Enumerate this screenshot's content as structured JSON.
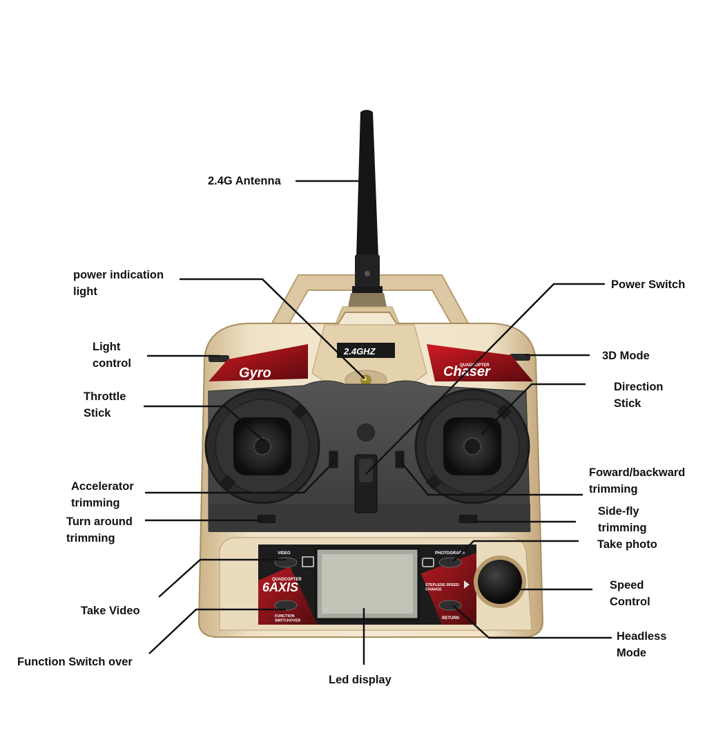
{
  "labels": {
    "antenna": "2.4G Antenna",
    "power_light": "power indication\nlight",
    "power_switch": "Power Switch",
    "light_control": "Light\ncontrol",
    "mode_3d": "3D Mode",
    "throttle_stick": "Throttle\nStick",
    "direction_stick": "Direction\nStick",
    "accelerator_trimming": "Accelerator\ntrimming",
    "forward_backward_trimming": "Foward/backward\ntrimming",
    "turn_around_trimming": "Turn around\ntrimming",
    "side_fly_trimming": "Side-fly\ntrimming",
    "take_photo": "Take photo",
    "take_video": "Take Video",
    "speed_control": "Speed\nControl",
    "function_switch_over": "Function Switch over",
    "headless_mode": "Headless\nMode",
    "led_display": "Led display"
  },
  "device": {
    "band_label": "2.4GHZ",
    "left_brand": "Gyro",
    "right_brand": "Chaser",
    "right_brand_sub": "QUADCOPTER",
    "panel_logo": "6AXIS",
    "panel_logo_sub": "QUADCOPTER",
    "video_button": "VIDEO",
    "photograph_button": "PHOTOGRAPH",
    "function_button": "FUNCTION\nSWITCHOVER",
    "return_button": "RETURN",
    "stepless_speed": "STEPLESS SPEED\nCHANGE"
  },
  "colors": {
    "body": "#e8d6b2",
    "body_dark": "#c8ad80",
    "face": "#4a4a4a",
    "accent_red": "#b3121b",
    "leader_line": "#111111"
  }
}
